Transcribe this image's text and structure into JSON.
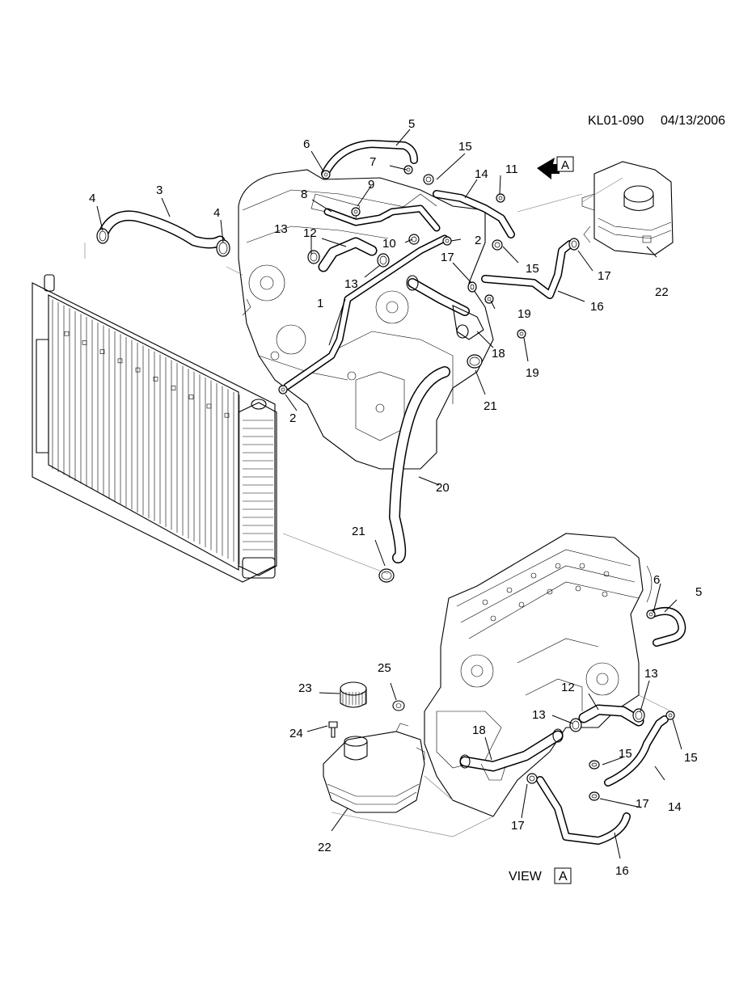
{
  "header": {
    "code": "KL01-090",
    "date": "04/13/2006"
  },
  "view_marker": {
    "arrow_letter": "A",
    "view_label": "VIEW",
    "view_letter": "A"
  },
  "labels": [
    {
      "id": "l1",
      "text": "1"
    },
    {
      "id": "l2a",
      "text": "2"
    },
    {
      "id": "l2b",
      "text": "2"
    },
    {
      "id": "l3",
      "text": "3"
    },
    {
      "id": "l4a",
      "text": "4"
    },
    {
      "id": "l4b",
      "text": "4"
    },
    {
      "id": "l5a",
      "text": "5"
    },
    {
      "id": "l5b",
      "text": "5"
    },
    {
      "id": "l6a",
      "text": "6"
    },
    {
      "id": "l6b",
      "text": "6"
    },
    {
      "id": "l7",
      "text": "7"
    },
    {
      "id": "l8",
      "text": "8"
    },
    {
      "id": "l9",
      "text": "9"
    },
    {
      "id": "l10",
      "text": "10"
    },
    {
      "id": "l11",
      "text": "11"
    },
    {
      "id": "l12a",
      "text": "12"
    },
    {
      "id": "l12b",
      "text": "12"
    },
    {
      "id": "l13a",
      "text": "13"
    },
    {
      "id": "l13b",
      "text": "13"
    },
    {
      "id": "l13c",
      "text": "13"
    },
    {
      "id": "l13d",
      "text": "13"
    },
    {
      "id": "l14a",
      "text": "14"
    },
    {
      "id": "l14b",
      "text": "14"
    },
    {
      "id": "l15a",
      "text": "15"
    },
    {
      "id": "l15b",
      "text": "15"
    },
    {
      "id": "l15c",
      "text": "15"
    },
    {
      "id": "l15d",
      "text": "15"
    },
    {
      "id": "l16a",
      "text": "16"
    },
    {
      "id": "l16b",
      "text": "16"
    },
    {
      "id": "l17a",
      "text": "17"
    },
    {
      "id": "l17b",
      "text": "17"
    },
    {
      "id": "l17c",
      "text": "17"
    },
    {
      "id": "l17d",
      "text": "17"
    },
    {
      "id": "l18a",
      "text": "18"
    },
    {
      "id": "l18b",
      "text": "18"
    },
    {
      "id": "l19a",
      "text": "19"
    },
    {
      "id": "l19b",
      "text": "19"
    },
    {
      "id": "l20",
      "text": "20"
    },
    {
      "id": "l21a",
      "text": "21"
    },
    {
      "id": "l21b",
      "text": "21"
    },
    {
      "id": "l22a",
      "text": "22"
    },
    {
      "id": "l22b",
      "text": "22"
    },
    {
      "id": "l23",
      "text": "23"
    },
    {
      "id": "l24",
      "text": "24"
    },
    {
      "id": "l25",
      "text": "25"
    }
  ]
}
